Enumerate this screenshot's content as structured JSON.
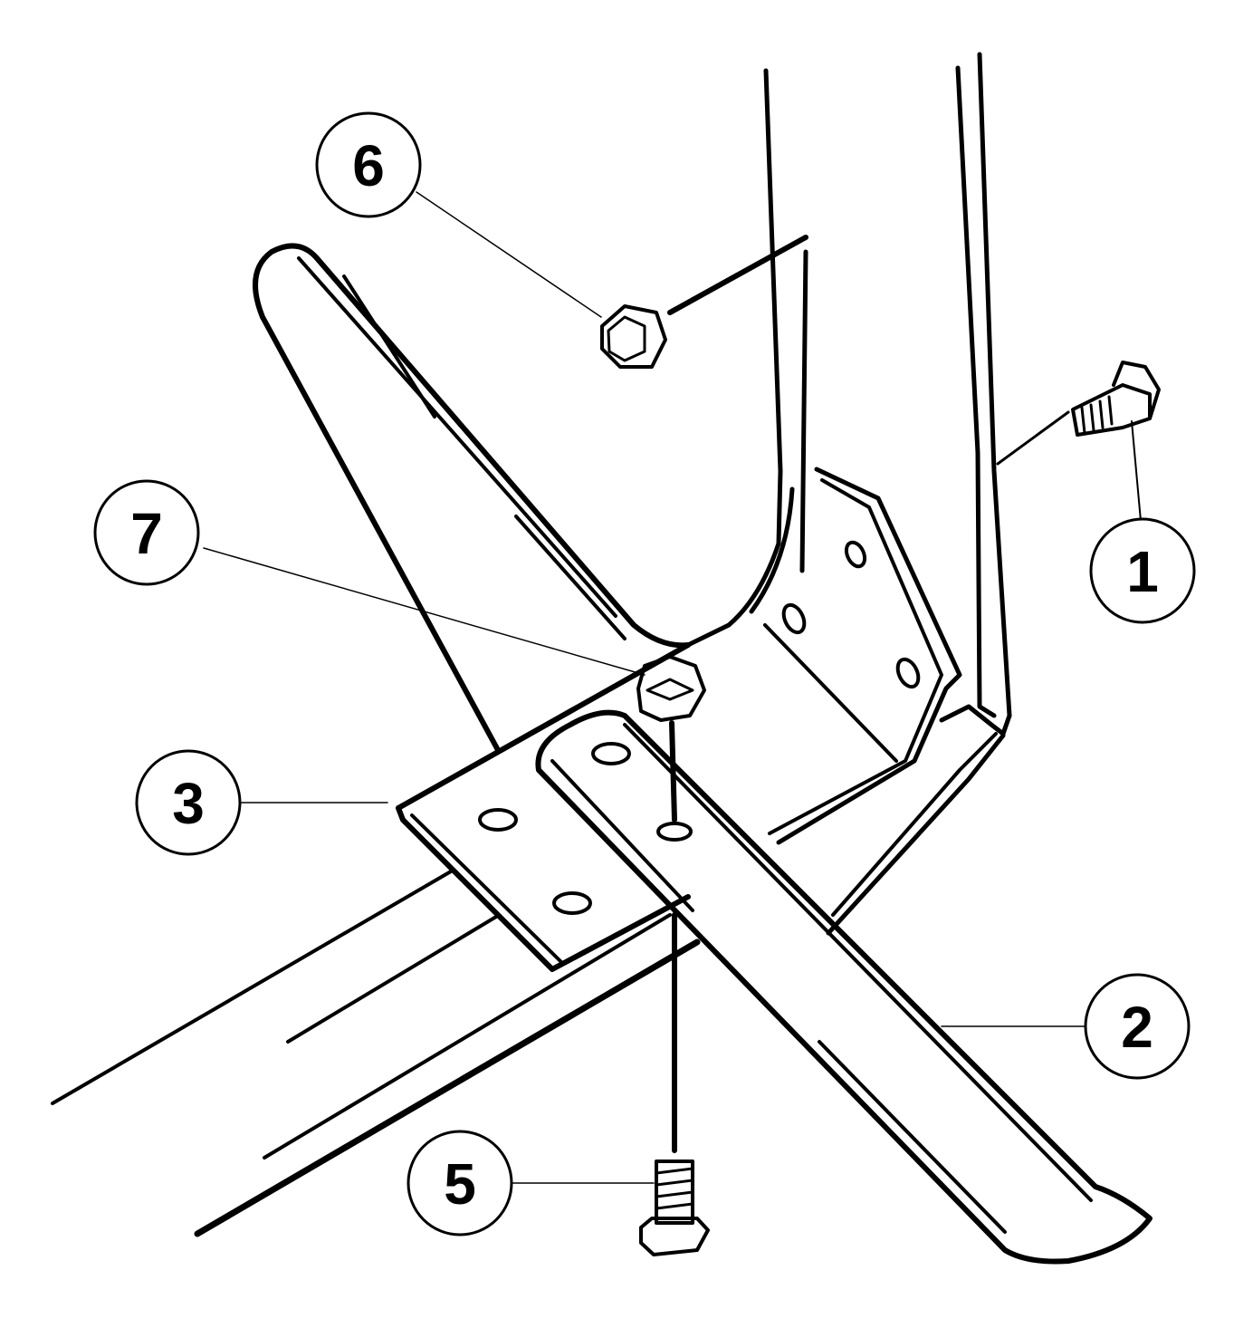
{
  "callouts": [
    {
      "id": "c1",
      "label": "1"
    },
    {
      "id": "c2",
      "label": "2"
    },
    {
      "id": "c3",
      "label": "3"
    },
    {
      "id": "c5",
      "label": "5"
    },
    {
      "id": "c6",
      "label": "6"
    },
    {
      "id": "c7",
      "label": "7"
    }
  ],
  "colors": {
    "ink": "#000000",
    "paper": "#ffffff"
  }
}
